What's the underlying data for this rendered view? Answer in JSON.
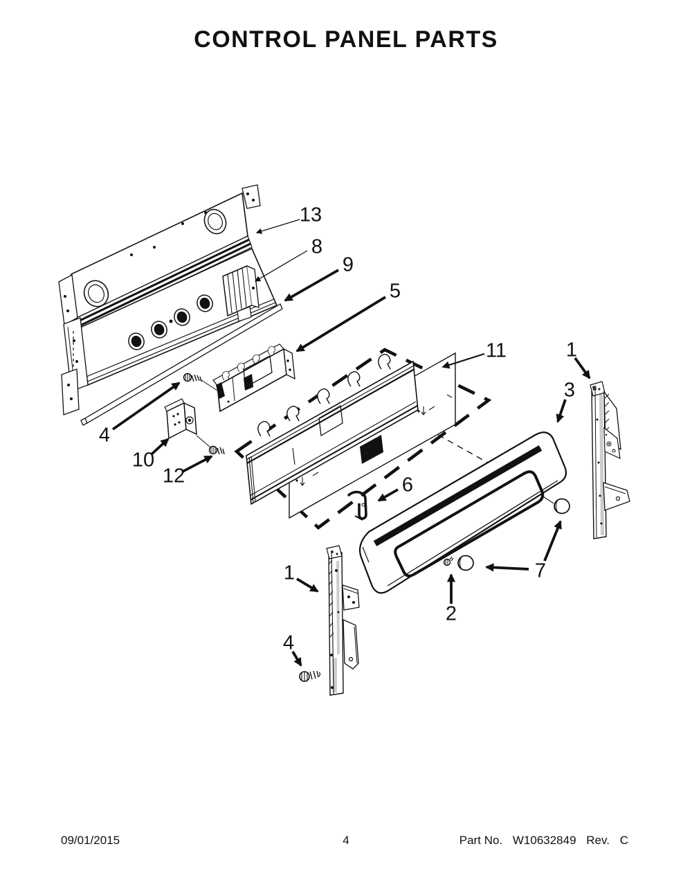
{
  "title": "CONTROL PANEL PARTS",
  "footer": {
    "date": "09/01/2015",
    "page": "4",
    "part_label": "Part No.",
    "part_number": "W10632849",
    "rev_label": "Rev.",
    "rev_value": "C"
  },
  "callouts": {
    "c13": {
      "label": "13"
    },
    "c8": {
      "label": "8"
    },
    "c9": {
      "label": "9"
    },
    "c5": {
      "label": "5"
    },
    "c11": {
      "label": "11"
    },
    "c1r": {
      "label": "1"
    },
    "c3": {
      "label": "3"
    },
    "c7": {
      "label": "7"
    },
    "c2": {
      "label": "2"
    },
    "c6": {
      "label": "6"
    },
    "c12": {
      "label": "12"
    },
    "c10": {
      "label": "10"
    },
    "c4u": {
      "label": "4"
    },
    "c1l": {
      "label": "1"
    },
    "c4l": {
      "label": "4"
    }
  }
}
